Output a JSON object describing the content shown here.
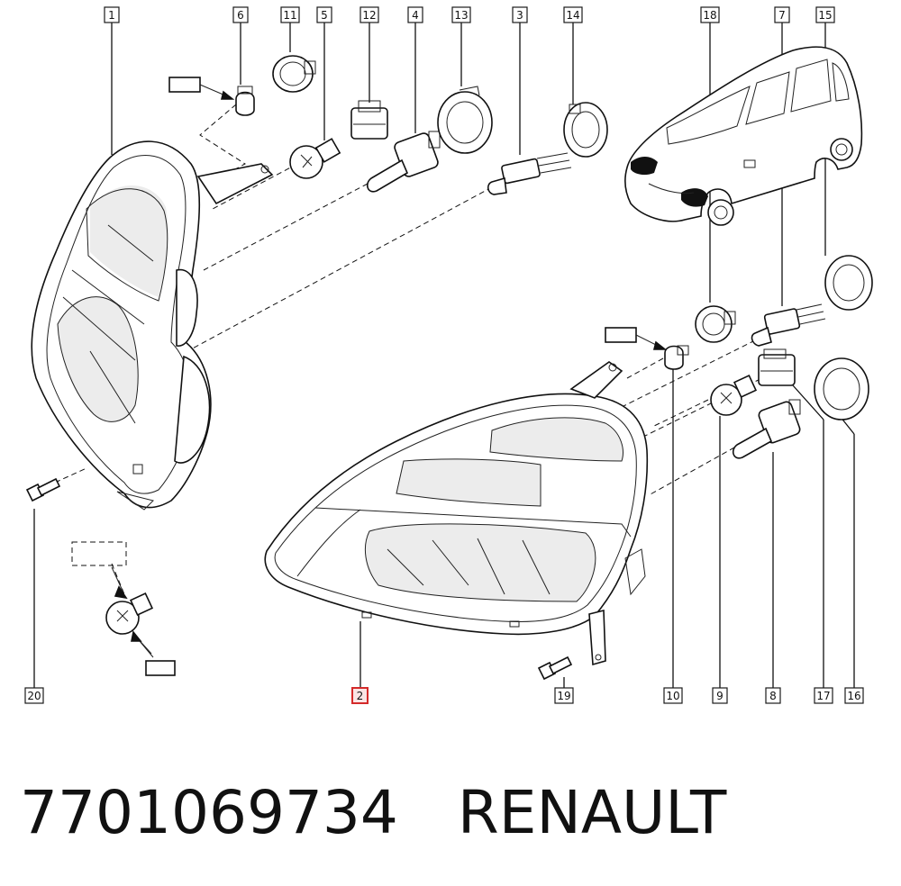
{
  "callouts": {
    "c1": "1",
    "c2": "2",
    "c3": "3",
    "c4": "4",
    "c5": "5",
    "c6": "6",
    "c7": "7",
    "c8": "8",
    "c9": "9",
    "c10": "10",
    "c11": "11",
    "c12": "12",
    "c13": "13",
    "c14": "14",
    "c15": "15",
    "c16": "16",
    "c17": "17",
    "c18": "18",
    "c19": "19",
    "c20": "20"
  },
  "highlighted_callout": "2",
  "highlight_color": "#d42a2a",
  "footer": {
    "part_number": "7701069734",
    "brand": "RENAULT"
  }
}
